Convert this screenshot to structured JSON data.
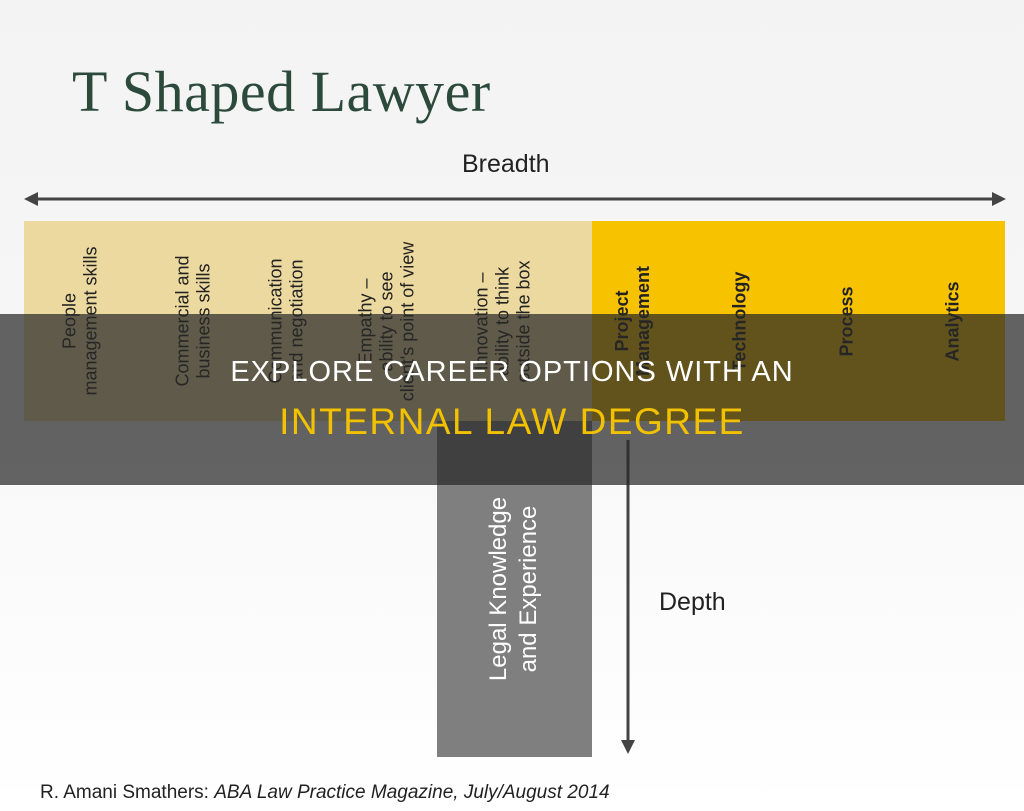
{
  "slide": {
    "title": "T Shaped Lawyer",
    "breadth_label": "Breadth",
    "depth_label": "Depth",
    "breadth_skills": [
      "People\nmanagement skills",
      "Commercial and\nbusiness skills",
      "Communication\nand negotiation",
      "Empathy –\nability to see\nclient's point of view",
      "Innovation –\nability to think\noutside the box"
    ],
    "highlighted_skills": [
      "Project\nManagement",
      "Technology",
      "Process",
      "Analytics"
    ],
    "depth_skill": "Legal Knowledge\nand Experience",
    "citation_author": "R. Amani Smathers: ",
    "citation_source": "ABA Law Practice Magazine, July/August 2014"
  },
  "banner": {
    "line1": "EXPLORE CAREER OPTIONS WITH AN",
    "line2": "INTERNAL LAW DEGREE"
  },
  "colors": {
    "title": "#2c4a3b",
    "soft_bar": "#ecd99f",
    "bright_bar": "#f7c200",
    "stem": "#7f7f7f",
    "banner_accent": "#f2c200"
  }
}
